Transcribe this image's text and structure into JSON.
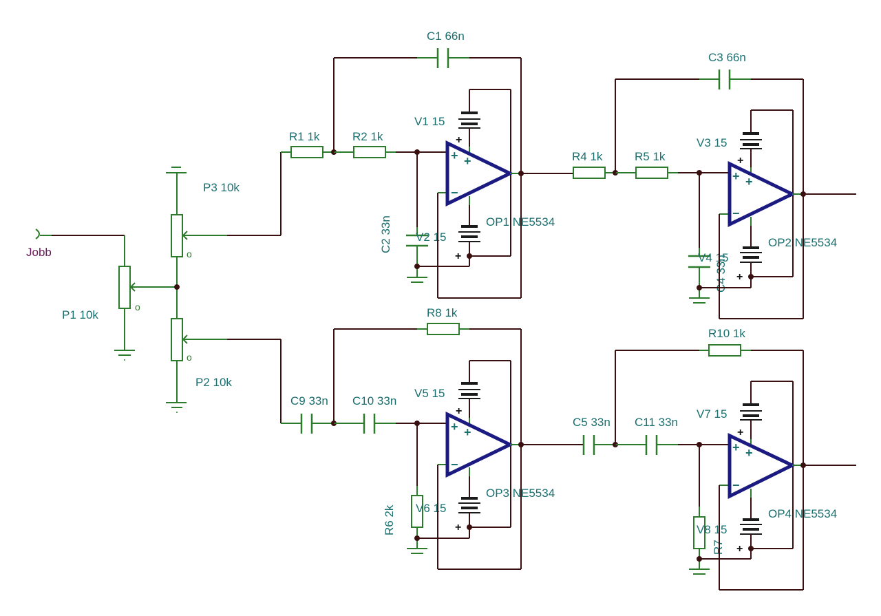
{
  "diagram": {
    "type": "electronic-schematic",
    "colors": {
      "wire": "#3a0f0f",
      "component": "#2c7a2c",
      "opamp": "#1a1a80",
      "label": "#1a6f6f",
      "port_label": "#6a1a5a"
    },
    "input_port": {
      "label": "Jobb"
    },
    "potentiometers": [
      {
        "id": "P1",
        "label": "P1 10k",
        "value": "10k"
      },
      {
        "id": "P2",
        "label": "P2 10k",
        "value": "10k"
      },
      {
        "id": "P3",
        "label": "P3 10k",
        "value": "10k"
      }
    ],
    "wiper_marker": "o",
    "resistors": [
      {
        "id": "R1",
        "label": "R1 1k"
      },
      {
        "id": "R2",
        "label": "R2 1k"
      },
      {
        "id": "R4",
        "label": "R4 1k"
      },
      {
        "id": "R5",
        "label": "R5 1k"
      },
      {
        "id": "R6",
        "label": "R6 2k"
      },
      {
        "id": "R7",
        "label": "R7"
      },
      {
        "id": "R8",
        "label": "R8 1k"
      },
      {
        "id": "R10",
        "label": "R10 1k"
      }
    ],
    "capacitors": [
      {
        "id": "C1",
        "label": "C1 66n"
      },
      {
        "id": "C2",
        "label": "C2 33n"
      },
      {
        "id": "C3",
        "label": "C3 66n"
      },
      {
        "id": "C4",
        "label": "C4 33n"
      },
      {
        "id": "C5",
        "label": "C5 33n"
      },
      {
        "id": "C9",
        "label": "C9 33n"
      },
      {
        "id": "C10",
        "label": "C10 33n"
      },
      {
        "id": "C11",
        "label": "C11 33n"
      }
    ],
    "sources": [
      {
        "id": "V1",
        "label": "V1 15"
      },
      {
        "id": "V2",
        "label": "V2 15"
      },
      {
        "id": "V3",
        "label": "V3 15"
      },
      {
        "id": "V4",
        "label": "V4 15"
      },
      {
        "id": "V5",
        "label": "V5 15"
      },
      {
        "id": "V6",
        "label": "V6 15"
      },
      {
        "id": "V7",
        "label": "V7 15"
      },
      {
        "id": "V8",
        "label": "V8 15"
      }
    ],
    "opamps": [
      {
        "id": "OP1",
        "label": "OP1 NE5534"
      },
      {
        "id": "OP2",
        "label": "OP2 NE5534"
      },
      {
        "id": "OP3",
        "label": "OP3 NE5534"
      },
      {
        "id": "OP4",
        "label": "OP4 NE5534"
      }
    ],
    "symbols": {
      "plus": "+",
      "minus": "−"
    }
  }
}
